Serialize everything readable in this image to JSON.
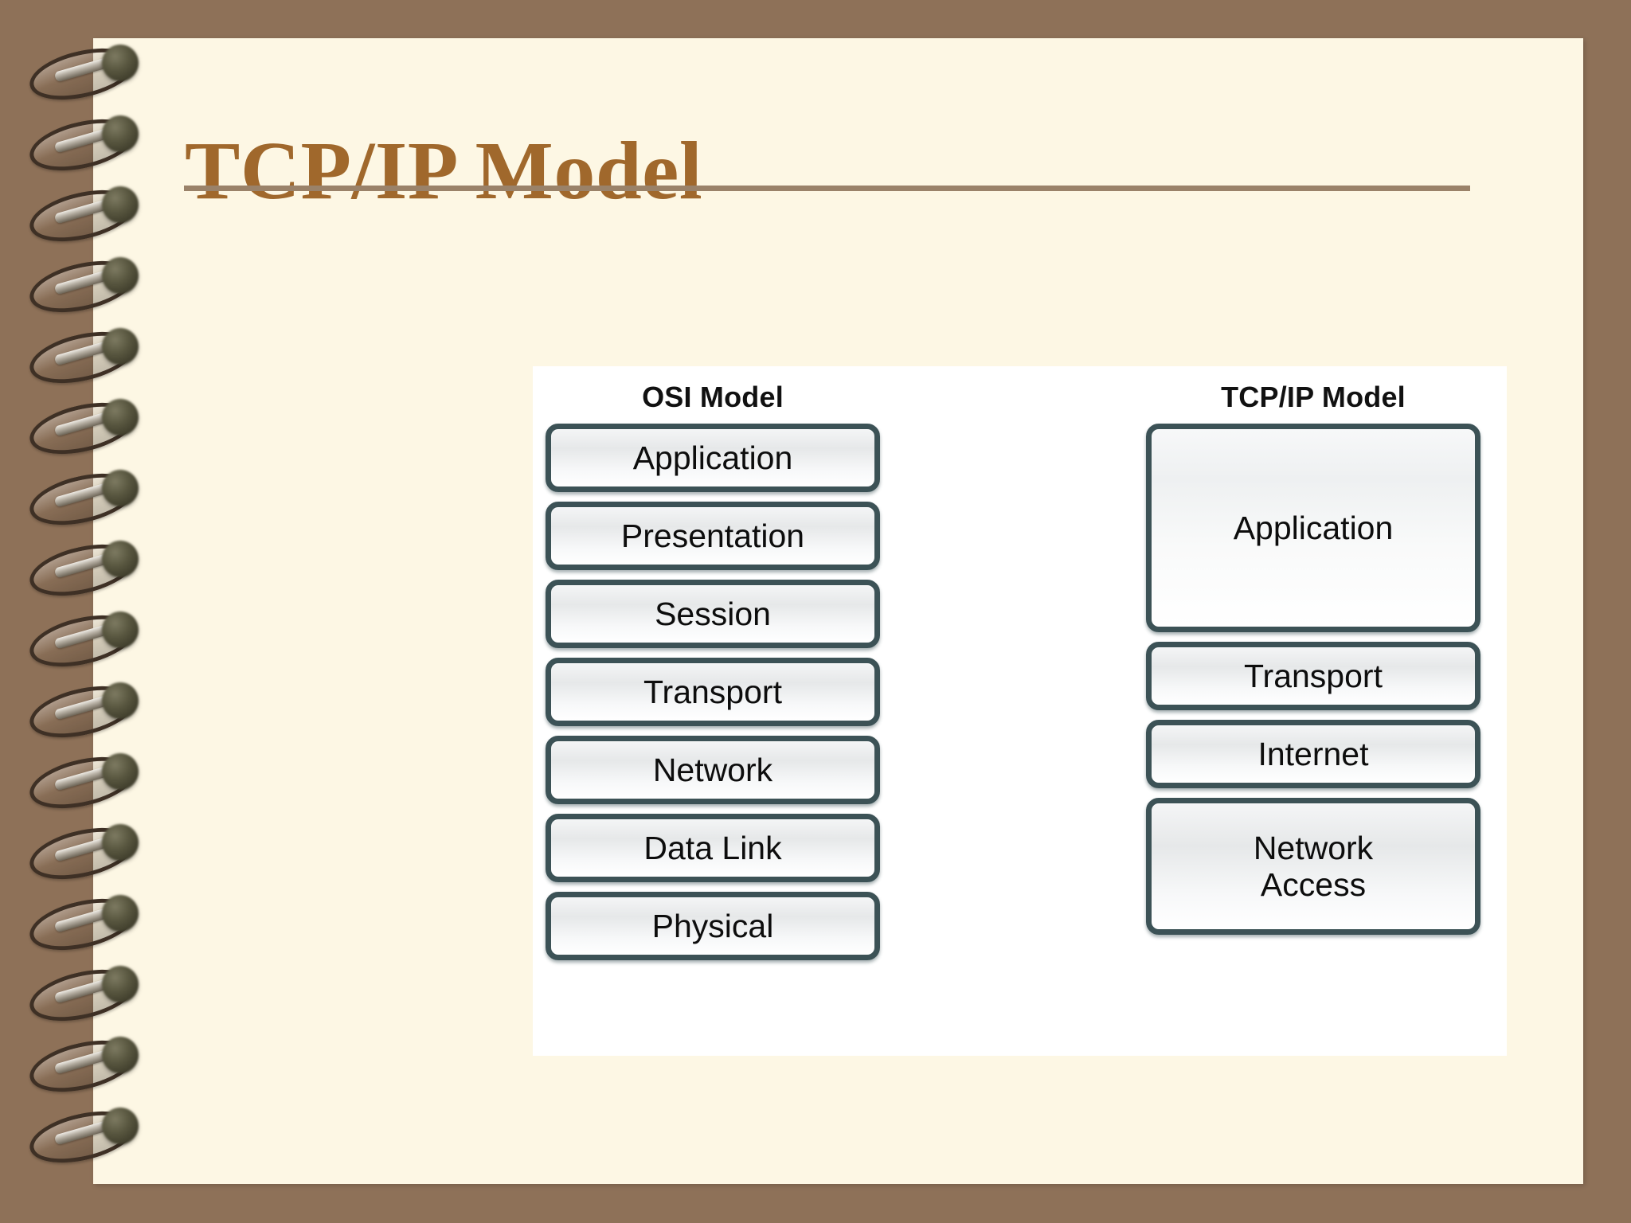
{
  "slide": {
    "title": "TCP/IP Model",
    "page_bg": "#FDF7E4",
    "backdrop_bg": "#8E7158",
    "title_color": "#A0682C",
    "rule_color": "#9A8269"
  },
  "binding": {
    "icon": "spiral-binding-icon",
    "ring_count": 16
  },
  "diagram": {
    "panel_bg": "#FFFFFF",
    "box_border_color": "#3C5256",
    "box_text_color": "#0D0D0D",
    "columns": [
      {
        "id": "osi",
        "heading": "OSI Model",
        "layers": [
          {
            "label": "Application",
            "size": "std"
          },
          {
            "label": "Presentation",
            "size": "std"
          },
          {
            "label": "Session",
            "size": "std"
          },
          {
            "label": "Transport",
            "size": "std"
          },
          {
            "label": "Network",
            "size": "std"
          },
          {
            "label": "Data Link",
            "size": "std"
          },
          {
            "label": "Physical",
            "size": "std"
          }
        ]
      },
      {
        "id": "tcpip",
        "heading": "TCP/IP Model",
        "layers": [
          {
            "label": "Application",
            "size": "tall"
          },
          {
            "label": "Transport",
            "size": "std"
          },
          {
            "label": "Internet",
            "size": "std"
          },
          {
            "label": "Network\nAccess",
            "size": "two"
          }
        ]
      }
    ]
  }
}
